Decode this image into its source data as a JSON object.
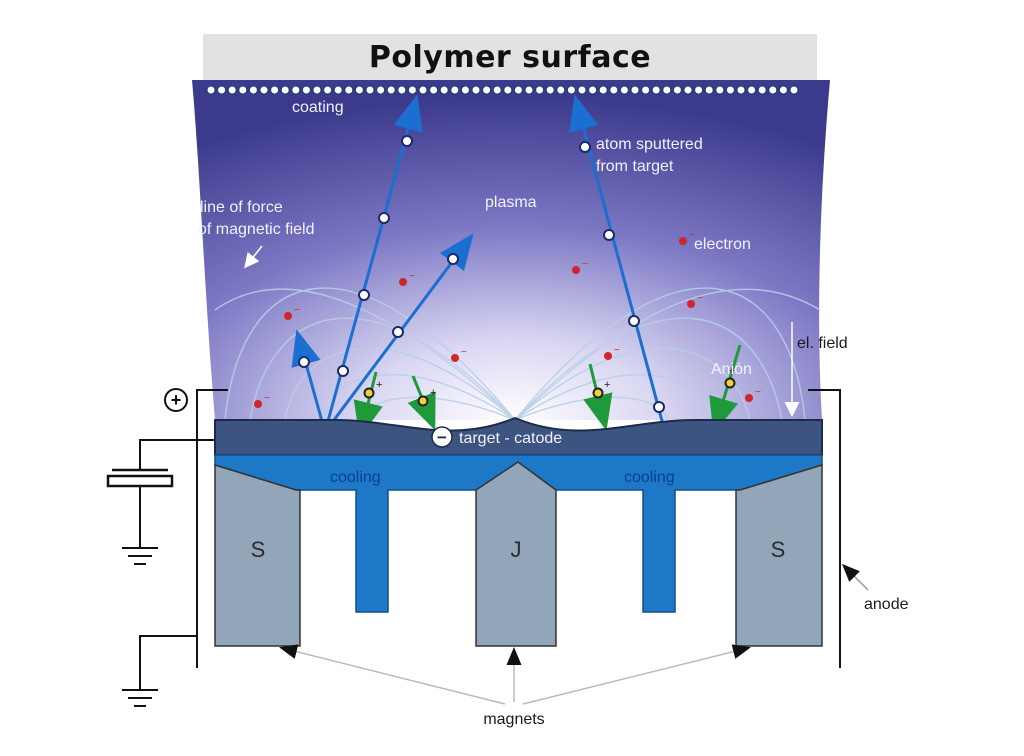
{
  "title": "Polymer surface",
  "labels": {
    "coating": "coating",
    "atom_sputtered_line1": "atom sputtered",
    "atom_sputtered_line2": "from target",
    "plasma": "plasma",
    "line_of_force_line1": "line of force",
    "line_of_force_line2": "of magnetic field",
    "electron": "electron",
    "el_field": "el. field",
    "anion": "Anión",
    "target_catode": "target - catode",
    "cooling_left": "cooling",
    "cooling_right": "cooling",
    "magnet_left": "S",
    "magnet_center": "J",
    "magnet_right": "S",
    "anode": "anode",
    "magnets": "magnets",
    "plus_sign": "+",
    "minus_sign": "−"
  },
  "colors": {
    "plasma_dark": "#3c3a8c",
    "plasma_light": "#ffffff",
    "target": "#3e5480",
    "cooling": "#1e78c8",
    "magnet": "#93a5b8",
    "sputter_arrow": "#1a6fd0",
    "ion_arrow": "#1f9a3a",
    "electron": "#d0252a"
  }
}
